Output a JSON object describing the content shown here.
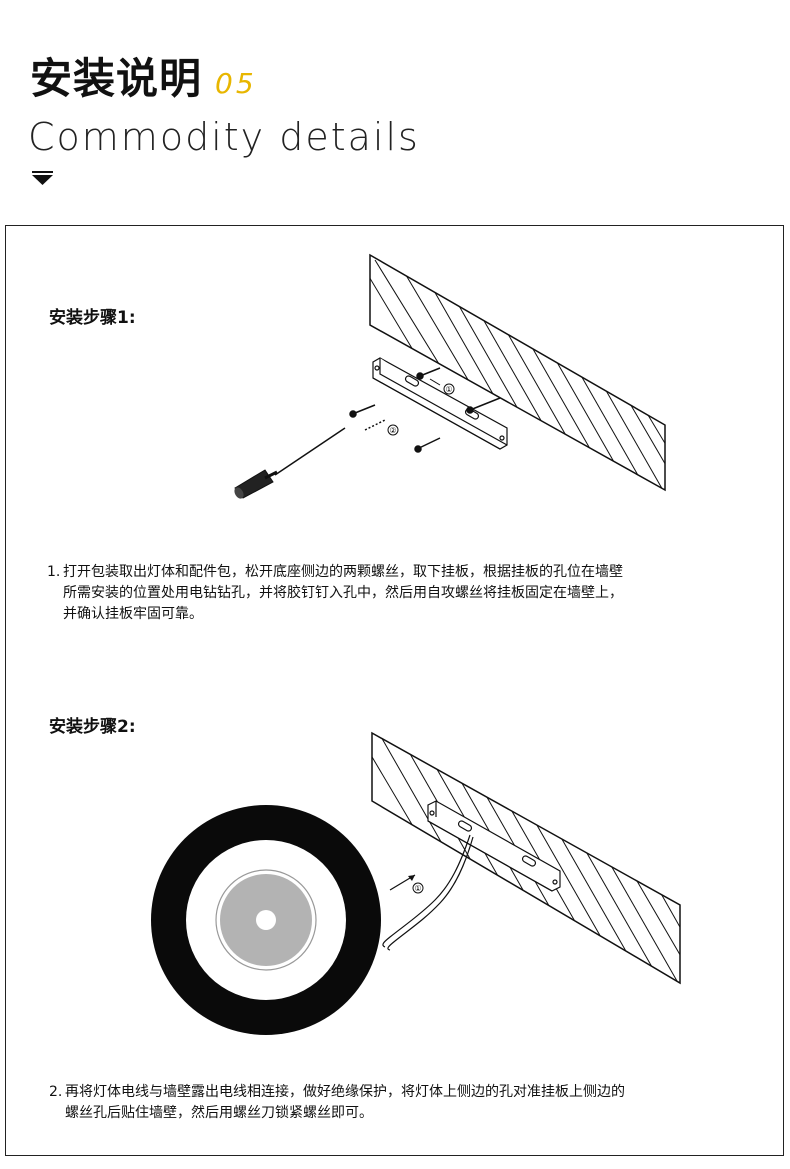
{
  "header": {
    "title": "安装说明",
    "number": "05",
    "subtitle": "Commodity  details"
  },
  "steps": [
    {
      "title": "安装步骤1:",
      "number": "1.",
      "lines": [
        "打开包装取出灯体和配件包，松开底座侧边的两颗螺丝，取下挂板，根据挂板的孔位在墙壁",
        "所需安装的位置处用电钻钻孔，并将胶钉钉入孔中，然后用自攻螺丝将挂板固定在墙壁上，",
        "并确认挂板牢固可靠。"
      ],
      "callouts": [
        "①",
        "②"
      ]
    },
    {
      "title": "安装步骤2:",
      "number": "2.",
      "lines": [
        "再将灯体电线与墙壁露出电线相连接，做好绝缘保护，将灯体上侧边的孔对准挂板上侧边的",
        "螺丝孔后贴住墙壁，然后用螺丝刀锁紧螺丝即可。"
      ],
      "callouts": [
        "①"
      ]
    }
  ],
  "colors": {
    "accent": "#e8b600",
    "text": "#111111",
    "lamp_outer": "#0a0a0a",
    "lamp_inner": "#b3b3b3"
  },
  "icons": [
    "down-triangle-icon"
  ]
}
